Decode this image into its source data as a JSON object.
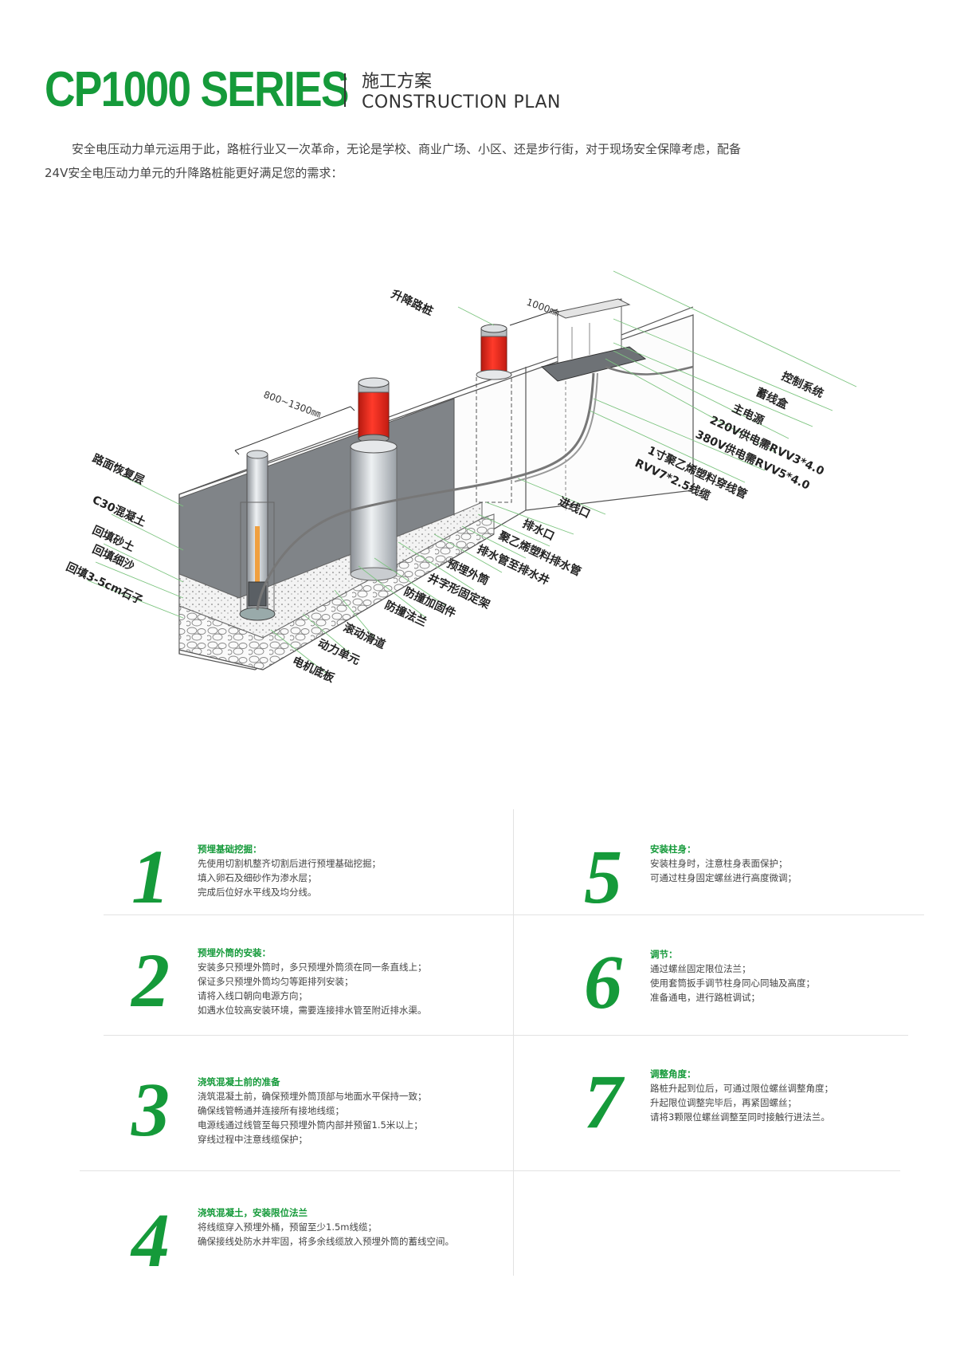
{
  "header": {
    "series": "CP1000 SERIES",
    "subtitle_cn": "施工方案",
    "subtitle_en": "CONSTRUCTION PLAN"
  },
  "intro": "安全电压动力单元运用于此，路桩行业又一次革命，无论是学校、商业广场、小区、还是步行街，对于现场安全保障考虑，配备24V安全电压动力单元的升降路桩能更好满足您的需求：",
  "diagram": {
    "dim_spacing": "800~1300㎜",
    "dim_1000": "1000㎜",
    "top_label": "升降路桩",
    "left_labels": [
      "路面恢复层",
      "C30混凝土",
      "回填砂土",
      "回填细沙",
      "回填3-5cm石子"
    ],
    "right_labels": [
      "控制系统",
      "蓄线盒",
      "主电源",
      "220V供电需RVV3*4.0",
      "380V供电需RVV5*4.0",
      "1寸聚乙烯塑料穿线管",
      "RVV7*2.5线缆"
    ],
    "bottom_labels": [
      "进线口",
      "排水口",
      "聚乙烯塑料排水管",
      "排水管至排水井",
      "预埋外筒",
      "井字形固定架",
      "防撞加固件",
      "防撞法兰",
      "滚动滑道",
      "动力单元",
      "电机底板"
    ]
  },
  "steps": [
    {
      "num": "1",
      "title": "预埋基础挖掘：",
      "lines": [
        "先使用切割机整齐切割后进行预埋基础挖掘；",
        "填入卵石及细砂作为渗水层；",
        "完成后位好水平线及均分线。"
      ]
    },
    {
      "num": "2",
      "title": "预埋外筒的安装：",
      "lines": [
        "安装多只预埋外筒时，多只预埋外筒须在同一条直线上；",
        "保证多只预埋外筒均匀等距排列安装；",
        "请将入线口朝向电源方向；",
        "如遇水位较高安装环境，需要连接排水管至附近排水渠。"
      ]
    },
    {
      "num": "3",
      "title": "浇筑混凝土前的准备",
      "lines": [
        "浇筑混凝土前，确保预埋外筒顶部与地面水平保持一致；",
        "确保线管畅通并连接所有接地线缆；",
        "电源线通过线管至每只预埋外筒内部并预留1.5米以上；",
        "穿线过程中注意线缆保护；"
      ]
    },
    {
      "num": "4",
      "title": "浇筑混凝土，安装限位法兰",
      "lines": [
        "将线缆穿入预埋外桶，预留至少1.5m线缆；",
        "确保接线处防水并牢固，将多余线缆放入预埋外筒的蓄线空间。"
      ]
    },
    {
      "num": "5",
      "title": "安装柱身：",
      "lines": [
        "安装柱身时，注意柱身表面保护；",
        "可通过柱身固定螺丝进行高度微调；"
      ]
    },
    {
      "num": "6",
      "title": "调节：",
      "lines": [
        "通过螺丝固定限位法兰；",
        "使用套筒扳手调节柱身同心同轴及高度；",
        "准备通电，进行路桩调试；"
      ]
    },
    {
      "num": "7",
      "title": "调整角度：",
      "lines": [
        "路桩升起到位后，可通过限位螺丝调整角度；",
        "升起限位调整完毕后，再紧固螺丝；",
        "请将3颗限位螺丝调整至同时接触行进法兰。"
      ]
    }
  ],
  "colors": {
    "accent": "#159a3a",
    "bollard_red": "#e42a1c",
    "label_line": "#7cc47f"
  }
}
